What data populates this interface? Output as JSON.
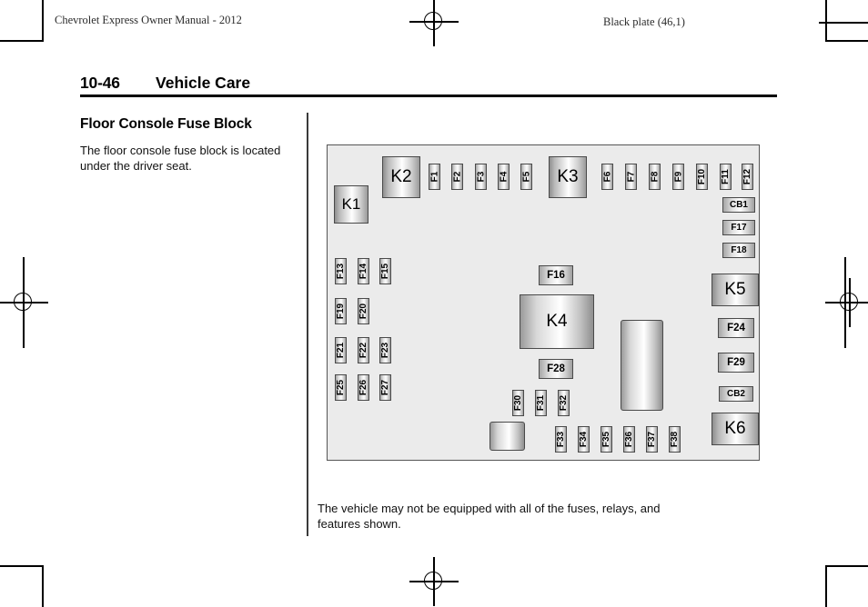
{
  "header": {
    "left": "Chevrolet Express Owner Manual - 2012",
    "right": "Black plate (46,1)"
  },
  "page": {
    "number": "10-46",
    "section": "Vehicle Care"
  },
  "article": {
    "heading": "Floor Console Fuse Block",
    "body": "The floor console fuse block is located under the driver seat.",
    "caption": "The vehicle may not be equipped with all of the fuses, relays, and features shown."
  },
  "diagram": {
    "name": "floor-console-fuse-block-diagram",
    "panel_bg": "#ebebeb",
    "border_color": "#555555",
    "relays": [
      {
        "id": "K1",
        "label": "K1"
      },
      {
        "id": "K2",
        "label": "K2"
      },
      {
        "id": "K3",
        "label": "K3"
      },
      {
        "id": "K4",
        "label": "K4"
      },
      {
        "id": "K5",
        "label": "K5"
      },
      {
        "id": "K6",
        "label": "K6"
      }
    ],
    "top_fuses": [
      {
        "label": "F1"
      },
      {
        "label": "F2"
      },
      {
        "label": "F3"
      },
      {
        "label": "F4"
      },
      {
        "label": "F5"
      }
    ],
    "top_right_fuses": [
      {
        "label": "F6"
      },
      {
        "label": "F7"
      },
      {
        "label": "F8"
      },
      {
        "label": "F9"
      },
      {
        "label": "F10"
      },
      {
        "label": "F11"
      },
      {
        "label": "F12"
      }
    ],
    "right_upper_boxes": [
      {
        "label": "CB1"
      },
      {
        "label": "F17"
      },
      {
        "label": "F18"
      }
    ],
    "right_lower_boxes": [
      {
        "label": "F24"
      },
      {
        "label": "F29"
      },
      {
        "label": "CB2"
      }
    ],
    "left_grid_rows": [
      [
        {
          "label": "F13"
        },
        {
          "label": "F14"
        },
        {
          "label": "F15"
        }
      ],
      [
        {
          "label": "F19"
        },
        {
          "label": "F20"
        }
      ],
      [
        {
          "label": "F21"
        },
        {
          "label": "F22"
        },
        {
          "label": "F23"
        }
      ],
      [
        {
          "label": "F25"
        },
        {
          "label": "F26"
        },
        {
          "label": "F27"
        }
      ]
    ],
    "center_boxes": [
      {
        "label": "F16"
      },
      {
        "label": "F28"
      }
    ],
    "bottom_mid_fuses": [
      {
        "label": "F30"
      },
      {
        "label": "F31"
      },
      {
        "label": "F32"
      }
    ],
    "bottom_fuses": [
      {
        "label": "F33"
      },
      {
        "label": "F34"
      },
      {
        "label": "F35"
      },
      {
        "label": "F36"
      },
      {
        "label": "F37"
      },
      {
        "label": "F38"
      }
    ],
    "unlabeled_components": [
      {
        "name": "blank-component-right"
      },
      {
        "name": "blank-component-bottom-left"
      }
    ]
  }
}
